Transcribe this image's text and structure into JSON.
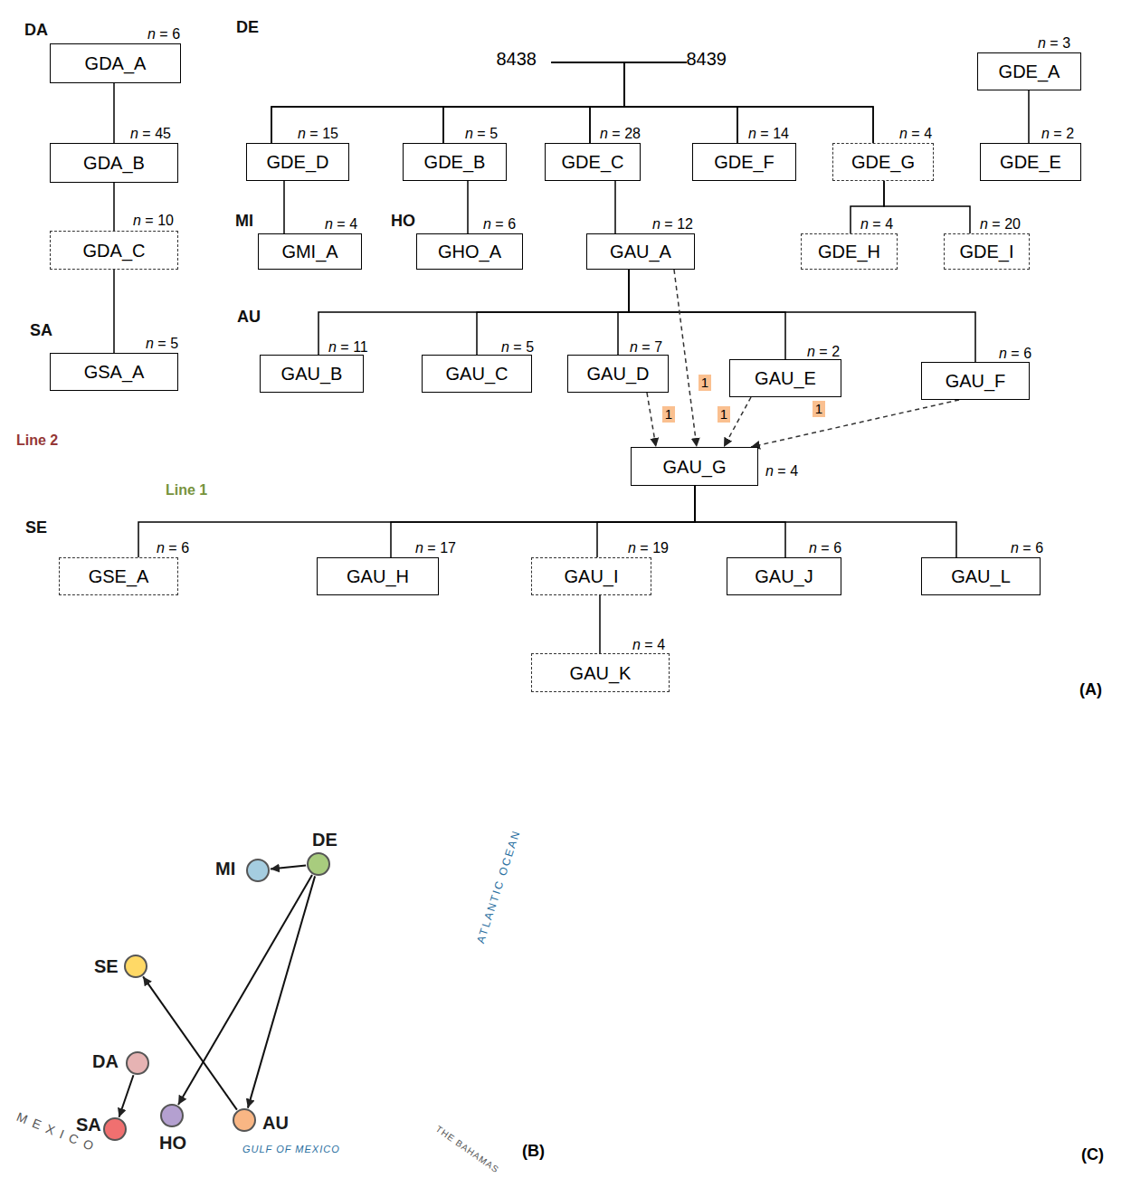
{
  "diagram": {
    "nodes": [
      {
        "text": [
          "Line 2"
        ]
      },
      {
        "text": [
          "DA"
        ],
        "in": 0
      },
      {
        "text": [
          "GDA_A",
          "n = 6"
        ],
        "in": 1
      },
      {
        "text": [
          "GDA_B",
          "n = 45"
        ],
        "in": 1
      },
      {
        "text": [
          "GDA_C",
          "n = 10"
        ],
        "in": 1
      },
      {
        "text": [
          "SA"
        ],
        "in": 0
      },
      {
        "text": [
          "GSA_A",
          "n = 5"
        ],
        "in": 5
      },
      {
        "text": [
          "Line 1"
        ]
      },
      {
        "text": [
          "DE"
        ],
        "in": 7
      },
      {
        "text": [
          "8438"
        ],
        "in": 8
      },
      {
        "text": [
          "8439"
        ],
        "in": 8
      },
      {
        "text": [
          "GDE_A",
          "n = 3"
        ],
        "in": 8
      },
      {
        "text": [
          "GDE_D",
          "n = 15"
        ],
        "in": 8
      },
      {
        "text": [
          "GDE_B",
          "n = 5"
        ],
        "in": 8
      },
      {
        "text": [
          "GDE_C",
          "n = 28"
        ],
        "in": 8
      },
      {
        "text": [
          "GDE_F",
          "n = 14"
        ],
        "in": 8
      },
      {
        "text": [
          "GDE_G",
          "n = 4"
        ],
        "in": 8
      },
      {
        "text": [
          "GDE_E",
          "n = 2"
        ],
        "in": 8
      },
      {
        "text": [
          "MI"
        ],
        "in": 7
      },
      {
        "text": [
          "GMI_A",
          "n = 4"
        ],
        "in": 18
      },
      {
        "text": [
          "HO"
        ],
        "in": 7
      },
      {
        "text": [
          "GHO_A",
          "n = 6"
        ],
        "in": 20
      },
      {
        "text": [
          "AU"
        ],
        "in": 7
      },
      {
        "text": [
          "GAU_A",
          "n = 12"
        ],
        "in": 22
      },
      {
        "text": [
          "GDE_H",
          "n = 4"
        ],
        "in": 8
      },
      {
        "text": [
          "GDE_I",
          "n = 20"
        ],
        "in": 8
      },
      {
        "text": [
          "GAU_B",
          "n = 11"
        ],
        "in": 22
      },
      {
        "text": [
          "GAU_C",
          "n = 5"
        ],
        "in": 22
      },
      {
        "text": [
          "GAU_D",
          "n = 7"
        ],
        "in": 22
      },
      {
        "text": [
          "GAU_E",
          "n = 2"
        ],
        "in": 22
      },
      {
        "text": [
          "GAU_F",
          "n = 6"
        ],
        "in": 22
      },
      {
        "text": [
          "GAU_G",
          "n = 4"
        ],
        "in": 22
      },
      {
        "text": [
          "SE"
        ],
        "in": 7
      },
      {
        "text": [
          "GSE_A",
          "n = 6"
        ],
        "in": 32
      },
      {
        "text": [
          "GAU_H",
          "n = 17"
        ],
        "in": 22
      },
      {
        "text": [
          "GAU_I",
          "n = 19"
        ],
        "in": 22
      },
      {
        "text": [
          "GAU_J",
          "n = 6"
        ],
        "in": 22
      },
      {
        "text": [
          "GAU_L",
          "n = 6"
        ],
        "in": 22
      },
      {
        "text": [
          "GAU_K",
          "n = 4"
        ],
        "in": 22
      },
      {
        "text": [
          "MI"
        ]
      },
      {
        "text": [
          "DE"
        ]
      },
      {
        "text": [
          "SE"
        ]
      },
      {
        "text": [
          "DA"
        ]
      },
      {
        "text": [
          "SA"
        ]
      },
      {
        "text": [
          "HO"
        ]
      },
      {
        "text": [
          "AU"
        ]
      }
    ],
    "edges": [
      {
        "from": 2,
        "to": 3,
        "arrow": "none"
      },
      {
        "from": 3,
        "to": 4,
        "arrow": "none"
      },
      {
        "from": 4,
        "to": 6,
        "arrow": "none"
      },
      {
        "from": 9,
        "to": 12,
        "arrow": "none"
      },
      {
        "from": 9,
        "to": 13,
        "arrow": "none"
      },
      {
        "from": 9,
        "to": 14,
        "arrow": "none"
      },
      {
        "from": 9,
        "to": 15,
        "arrow": "none"
      },
      {
        "from": 9,
        "to": 16,
        "arrow": "none"
      },
      {
        "from": 10,
        "to": 12,
        "arrow": "none"
      },
      {
        "from": 10,
        "to": 13,
        "arrow": "none"
      },
      {
        "from": 10,
        "to": 14,
        "arrow": "none"
      },
      {
        "from": 10,
        "to": 15,
        "arrow": "none"
      },
      {
        "from": 10,
        "to": 16,
        "arrow": "none"
      },
      {
        "from": 11,
        "to": 17,
        "arrow": "none"
      },
      {
        "from": 16,
        "to": 24,
        "arrow": "none"
      },
      {
        "from": 16,
        "to": 25,
        "arrow": "none"
      },
      {
        "from": 12,
        "to": 19,
        "arrow": "none"
      },
      {
        "from": 13,
        "to": 21,
        "arrow": "none"
      },
      {
        "from": 14,
        "to": 23,
        "arrow": "none"
      },
      {
        "from": 23,
        "to": 26,
        "arrow": "none"
      },
      {
        "from": 23,
        "to": 27,
        "arrow": "none"
      },
      {
        "from": 23,
        "to": 28,
        "arrow": "none"
      },
      {
        "from": 23,
        "to": 29,
        "arrow": "none"
      },
      {
        "from": 23,
        "to": 30,
        "arrow": "none"
      },
      {
        "from": 23,
        "to": 31,
        "arrow": "to",
        "label": "1"
      },
      {
        "from": 28,
        "to": 31,
        "arrow": "to",
        "label": "1"
      },
      {
        "from": 29,
        "to": 31,
        "arrow": "to",
        "label": "1"
      },
      {
        "from": 30,
        "to": 31,
        "arrow": "to",
        "label": "1"
      },
      {
        "from": 31,
        "to": 33,
        "arrow": "none"
      },
      {
        "from": 31,
        "to": 34,
        "arrow": "none"
      },
      {
        "from": 31,
        "to": 35,
        "arrow": "none"
      },
      {
        "from": 31,
        "to": 36,
        "arrow": "none"
      },
      {
        "from": 31,
        "to": 37,
        "arrow": "none"
      },
      {
        "from": 35,
        "to": 38,
        "arrow": "none"
      },
      {
        "from": 40,
        "to": 39,
        "arrow": "to"
      },
      {
        "from": 40,
        "to": 44,
        "arrow": "to"
      },
      {
        "from": 40,
        "to": 45,
        "arrow": "to"
      },
      {
        "from": 45,
        "to": 41,
        "arrow": "to"
      },
      {
        "from": 42,
        "to": 43,
        "arrow": "to"
      }
    ],
    "labels": [
      "(A)",
      "(B)",
      "(C)",
      "MEXICO",
      "GULF OF MEXICO",
      "ATLANTIC OCEAN",
      "THE BAHAMAS"
    ]
  }
}
